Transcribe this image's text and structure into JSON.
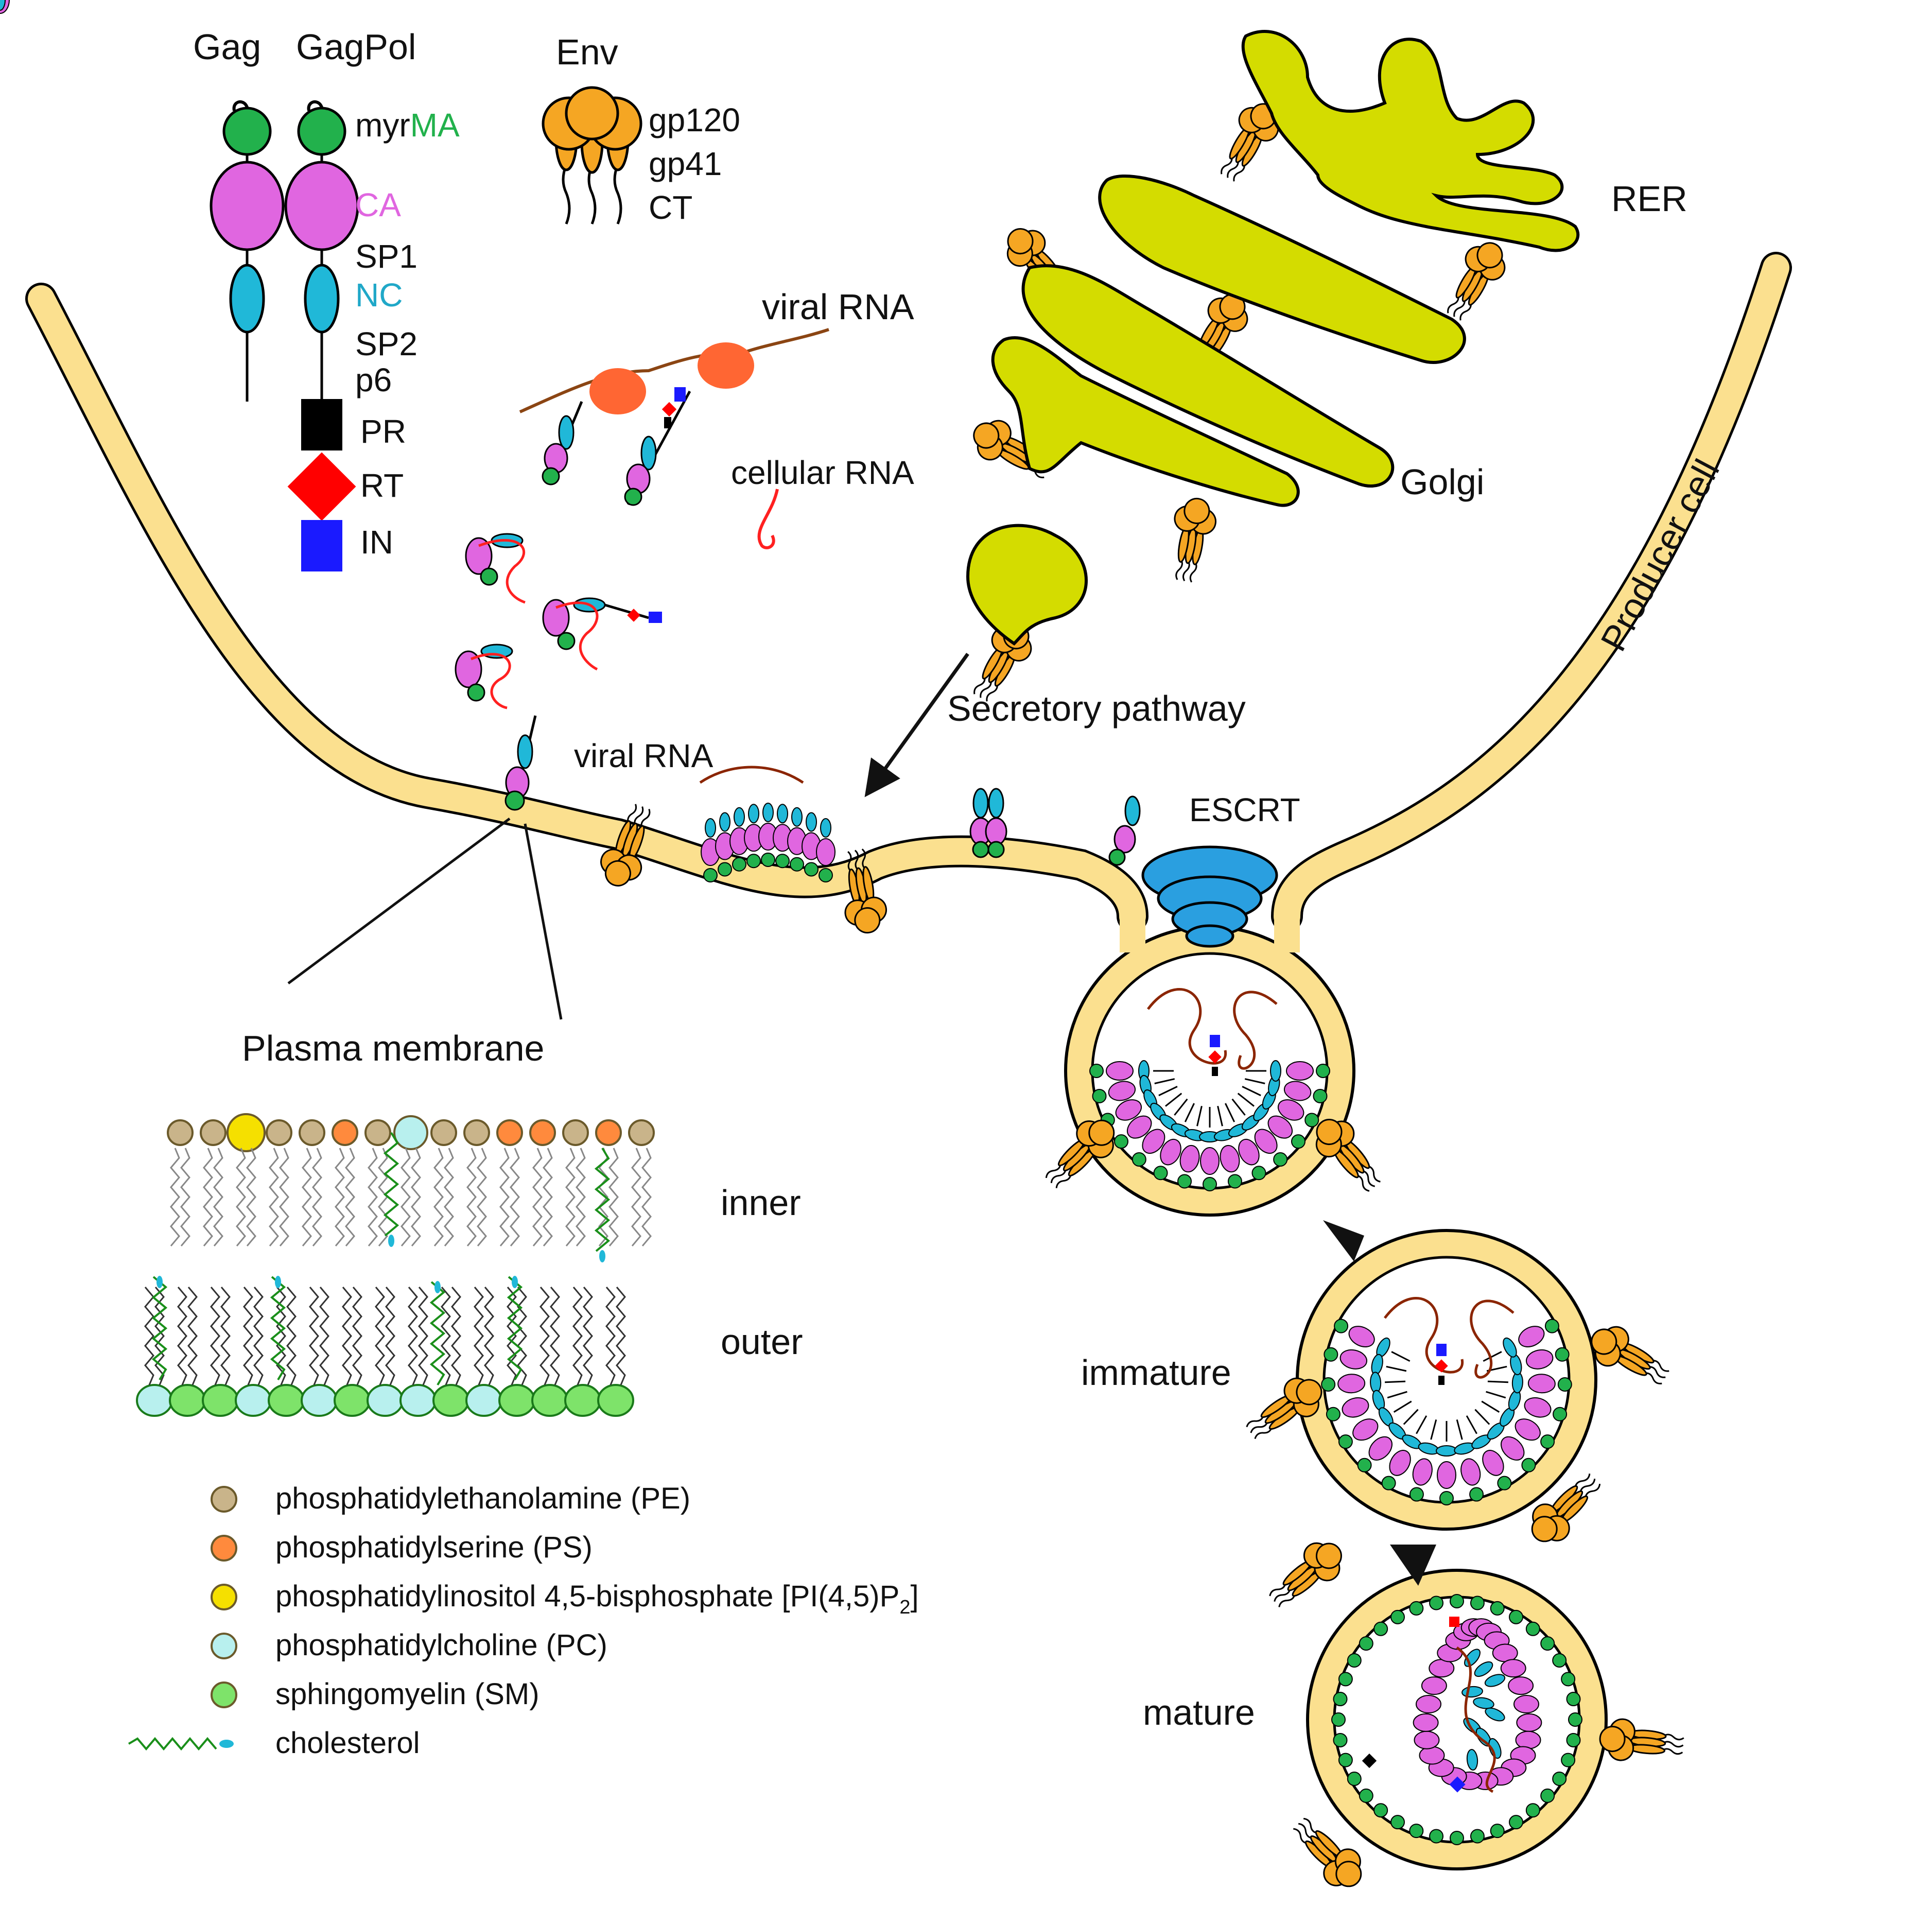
{
  "colors": {
    "membrane_fill": "#fbe08f",
    "organelle_fill": "#d4dc00",
    "MA": "#22b14c",
    "CA": "#e066e0",
    "NC": "#20b8d8",
    "PR": "#000000",
    "RT": "#ff0000",
    "IN": "#1a1aff",
    "env": "#f5a623",
    "viral_rna": "#8b2500",
    "cellular_rna": "#ff2020",
    "ribosome": "#ff6633",
    "escrt": "#2a9fe0",
    "PE": "#c9b48a",
    "PS": "#ff8a3d",
    "PIP2": "#f5e000",
    "PC": "#b8f0ee",
    "SM": "#7ee36a",
    "cholesterol": "#1a8f1a"
  },
  "polyprotein": {
    "gag_title": "Gag",
    "gagpol_title": "GagPol",
    "myr_label": "myr",
    "MA_label": "MA",
    "CA_label": "CA",
    "SP1_label": "SP1",
    "NC_label": "NC",
    "SP2_label": "SP2",
    "p6_label": "p6",
    "PR_label": "PR",
    "RT_label": "RT",
    "IN_label": "IN"
  },
  "env": {
    "title": "Env",
    "gp120_label": "gp120",
    "gp41_label": "gp41",
    "CT_label": "CT"
  },
  "labels": {
    "viral_rna_top": "viral RNA",
    "cellular_rna": "cellular RNA",
    "rer": "RER",
    "golgi": "Golgi",
    "producer_cell": "Producer cell",
    "secretory_pathway": "Secretory pathway",
    "viral_rna_mid": "viral RNA",
    "escrt": "ESCRT",
    "plasma_membrane": "Plasma membrane",
    "inner": "inner",
    "outer": "outer",
    "immature": "immature",
    "mature": "mature"
  },
  "legend": [
    {
      "text": "phosphatidylethanolamine (PE)",
      "color_key": "PE",
      "symbol": "circle"
    },
    {
      "text": "phosphatidylserine (PS)",
      "color_key": "PS",
      "symbol": "circle"
    },
    {
      "text": "phosphatidylinositol 4,5-bisphosphate [PI(4,5)P",
      "subscript": "2",
      "suffix": "]",
      "color_key": "PIP2",
      "symbol": "circle"
    },
    {
      "text": "phosphatidylcholine (PC)",
      "color_key": "PC",
      "symbol": "circle"
    },
    {
      "text": "sphingomyelin (SM)",
      "color_key": "SM",
      "symbol": "circle"
    },
    {
      "text": "cholesterol",
      "color_key": "cholesterol",
      "symbol": "cholesterol"
    }
  ]
}
